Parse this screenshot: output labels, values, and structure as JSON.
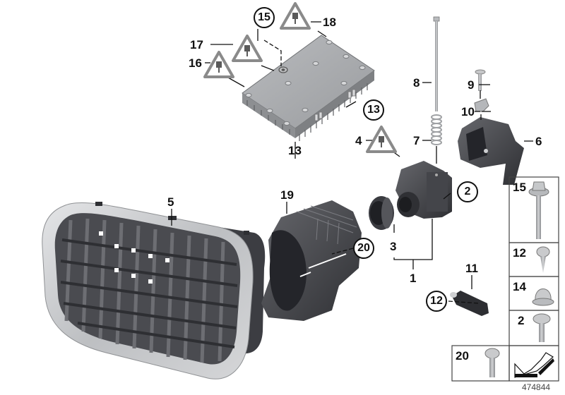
{
  "diagram": {
    "type": "exploded parts diagram",
    "id_number": "474844",
    "colors": {
      "line": "#111111",
      "part_dark": "#3e3f44",
      "part_mid": "#5a5b60",
      "part_light": "#a9abad",
      "chrome": "#c9cacc",
      "warning_triangle": "#8a8a8a"
    },
    "callouts": [
      {
        "num": "1",
        "style": "plain"
      },
      {
        "num": "2",
        "style": "circled"
      },
      {
        "num": "3",
        "style": "plain"
      },
      {
        "num": "4",
        "style": "plain",
        "icon": "plug-warning-triangle"
      },
      {
        "num": "5",
        "style": "plain"
      },
      {
        "num": "6",
        "style": "plain"
      },
      {
        "num": "7",
        "style": "plain"
      },
      {
        "num": "8",
        "style": "plain"
      },
      {
        "num": "9",
        "style": "plain"
      },
      {
        "num": "10",
        "style": "plain"
      },
      {
        "num": "11",
        "style": "plain"
      },
      {
        "num": "12",
        "style": "circled"
      },
      {
        "num": "13",
        "style": "plain"
      },
      {
        "num": "14",
        "style": "circled"
      },
      {
        "num": "15",
        "style": "circled"
      },
      {
        "num": "16",
        "style": "plain",
        "icon": "plug-warning-triangle"
      },
      {
        "num": "17",
        "style": "plain",
        "icon": "plug-warning-triangle"
      },
      {
        "num": "18",
        "style": "plain",
        "icon": "plug-warning-triangle"
      },
      {
        "num": "19",
        "style": "plain"
      },
      {
        "num": "20",
        "style": "circled"
      }
    ],
    "parts": [
      {
        "callout": "5",
        "name": "kidney grille with chrome surround"
      },
      {
        "callout": "13",
        "name": "control unit with heat-sink fins"
      },
      {
        "callout": "19",
        "name": "camera housing bracket"
      },
      {
        "callout": "1",
        "name": "camera assembly (2 + 3)"
      },
      {
        "callout": "2",
        "name": "camera module"
      },
      {
        "callout": "3",
        "name": "lens sealing ring"
      },
      {
        "callout": "6",
        "name": "actuator bracket"
      },
      {
        "callout": "7",
        "name": "coil spring"
      },
      {
        "callout": "8",
        "name": "long bolt"
      },
      {
        "callout": "9",
        "name": "bolt"
      },
      {
        "callout": "10",
        "name": "clip nut"
      },
      {
        "callout": "11",
        "name": "connector / holder"
      }
    ],
    "legend": [
      {
        "num": "15",
        "part": "hex flange bolt"
      },
      {
        "num": "12",
        "part": "pan-head tapping screw"
      },
      {
        "num": "14",
        "part": "cap nut"
      },
      {
        "num": "2",
        "part": "flange-head screw"
      },
      {
        "num": "20",
        "part": "torx screw"
      },
      {
        "num": "",
        "part": "arrow symbol"
      }
    ]
  }
}
